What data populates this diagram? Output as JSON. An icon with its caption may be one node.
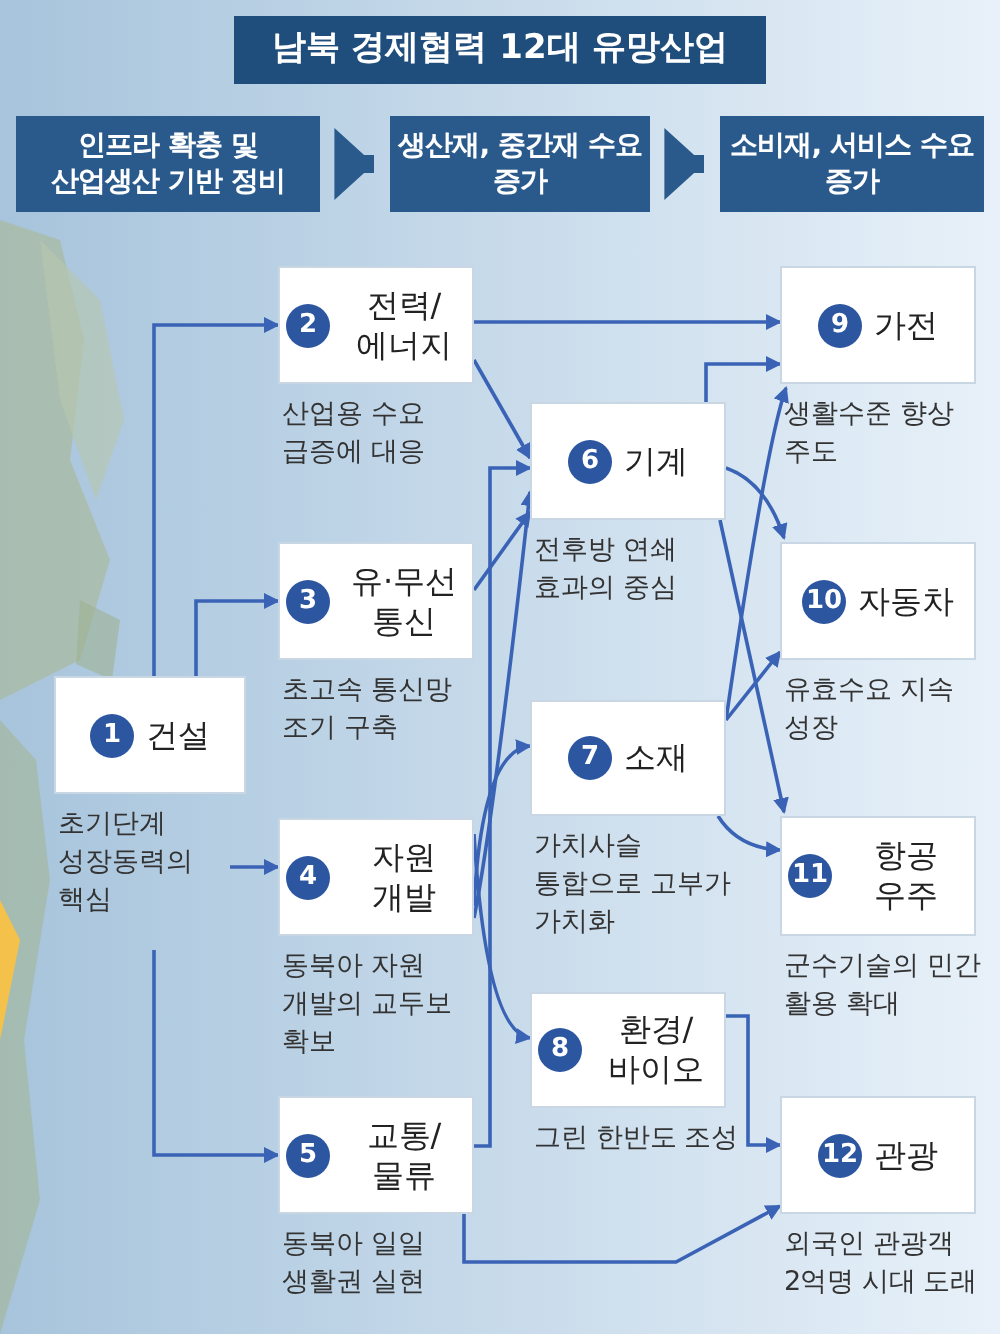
{
  "diagram": {
    "title": "남북 경제협력 12대 유망산업",
    "nodes": [
      {
        "text": [
          "인프라 확충 및 산업생산 기반 정비"
        ]
      },
      {
        "text": [
          "생산재, 중간재 수요 증가"
        ]
      },
      {
        "text": [
          "소비재, 서비스 수요 증가"
        ]
      },
      {
        "text": [
          "1",
          "건설"
        ],
        "beside": [
          "초기단계 성장동력의 핵심"
        ]
      },
      {
        "text": [
          "2",
          "전력/ 에너지"
        ],
        "beside": [
          "산업용 수요 급증에 대응"
        ]
      },
      {
        "text": [
          "3",
          "유·무선 통신"
        ],
        "beside": [
          "초고속 통신망 조기 구축"
        ]
      },
      {
        "text": [
          "4",
          "자원 개발"
        ],
        "beside": [
          "동북아 자원 개발의 교두보 확보"
        ]
      },
      {
        "text": [
          "5",
          "교통/ 물류"
        ],
        "beside": [
          "동북아 일일 생활권 실현"
        ]
      },
      {
        "text": [
          "6",
          "기계"
        ],
        "beside": [
          "전후방 연쇄 효과의 중심"
        ]
      },
      {
        "text": [
          "7",
          "소재"
        ],
        "beside": [
          "가치사슬 통합으로 고부가 가치화"
        ]
      },
      {
        "text": [
          "8",
          "환경/ 바이오"
        ],
        "beside": [
          "그린 한반도 조성"
        ]
      },
      {
        "text": [
          "9",
          "가전"
        ],
        "beside": [
          "생활수준 향상 주도"
        ]
      },
      {
        "text": [
          "10",
          "자동차"
        ],
        "beside": [
          "유효수요 지속 성장"
        ]
      },
      {
        "text": [
          "11",
          "항공 우주"
        ],
        "beside": [
          "군수기술의 민간 활용 확대"
        ]
      },
      {
        "text": [
          "12",
          "관광"
        ],
        "beside": [
          "외국인 관광객 2억명 시대 도래"
        ]
      }
    ],
    "edges": [
      {
        "from": 0,
        "to": 1,
        "arrow": "to",
        "style": "thick",
        "color": "#2a5a8c"
      },
      {
        "from": 1,
        "to": 2,
        "arrow": "to",
        "style": "thick",
        "color": "#2a5a8c"
      },
      {
        "from": 3,
        "to": 4,
        "arrow": "to"
      },
      {
        "from": 3,
        "to": 5,
        "arrow": "to"
      },
      {
        "from": 3,
        "to": 6,
        "arrow": "to"
      },
      {
        "from": 3,
        "to": 7,
        "arrow": "to"
      },
      {
        "from": 4,
        "to": 11,
        "arrow": "to"
      },
      {
        "from": 4,
        "to": 8,
        "arrow": "to"
      },
      {
        "from": 5,
        "to": 8,
        "arrow": "to"
      },
      {
        "from": 6,
        "to": 8,
        "arrow": "to"
      },
      {
        "from": 6,
        "to": 9,
        "arrow": "to"
      },
      {
        "from": 6,
        "to": 10,
        "arrow": "to"
      },
      {
        "from": 7,
        "to": 8,
        "arrow": "to"
      },
      {
        "from": 7,
        "to": 14,
        "arrow": "to"
      },
      {
        "from": 8,
        "to": 11,
        "arrow": "to"
      },
      {
        "from": 8,
        "to": 12,
        "arrow": "to"
      },
      {
        "from": 8,
        "to": 13,
        "arrow": "to"
      },
      {
        "from": 9,
        "to": 11,
        "arrow": "to"
      },
      {
        "from": 9,
        "to": 12,
        "arrow": "to"
      },
      {
        "from": 9,
        "to": 13,
        "arrow": "to"
      },
      {
        "from": 10,
        "to": 14,
        "arrow": "to"
      }
    ]
  }
}
